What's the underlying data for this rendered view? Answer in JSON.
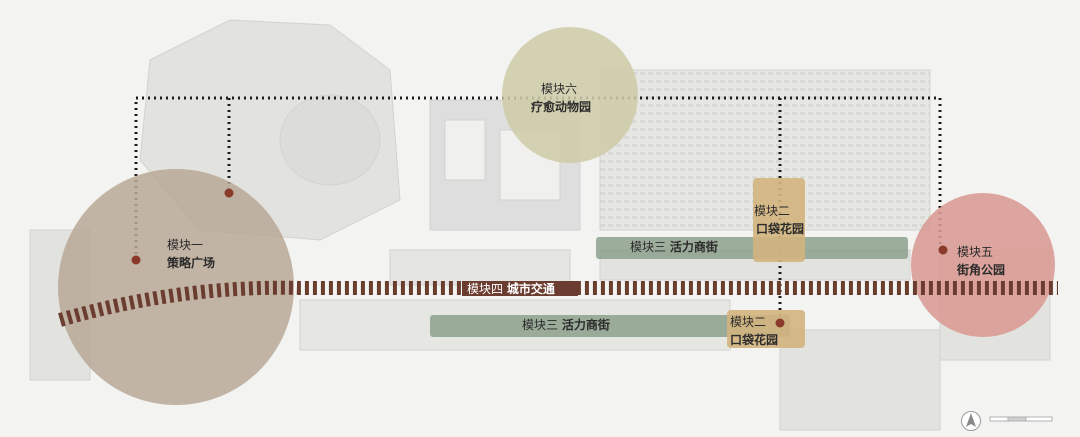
{
  "colors": {
    "background": "#f3f3f1",
    "module1_circle": "#b9a896",
    "module5_circle": "#d99a93",
    "module6_circle": "#cfccaa",
    "street_band": "#8da08d",
    "pocket_garden_box": "#d3b47e",
    "transport_line": "#6b3c30",
    "node_dot": "#8a3a2a",
    "dotted_path": "#1c1c1c"
  },
  "modules": {
    "m1": {
      "module": "模块一",
      "name": "策略广场"
    },
    "m2_top": {
      "module": "模块二",
      "name": "口袋花园"
    },
    "m2_bottom": {
      "module": "模块二",
      "name": "口袋花园"
    },
    "m3_top": {
      "module": "模块三",
      "name": "活力商街"
    },
    "m3_bottom": {
      "module": "模块三",
      "name": "活力商街"
    },
    "m4": {
      "module": "模块四",
      "name": "城市交通"
    },
    "m5": {
      "module": "模块五",
      "name": "街角公园"
    },
    "m6": {
      "module": "模块六",
      "name": "疗愈动物园"
    }
  },
  "icons": {
    "compass": "north-arrow-icon",
    "scale_bar": "scale-bar-icon"
  }
}
